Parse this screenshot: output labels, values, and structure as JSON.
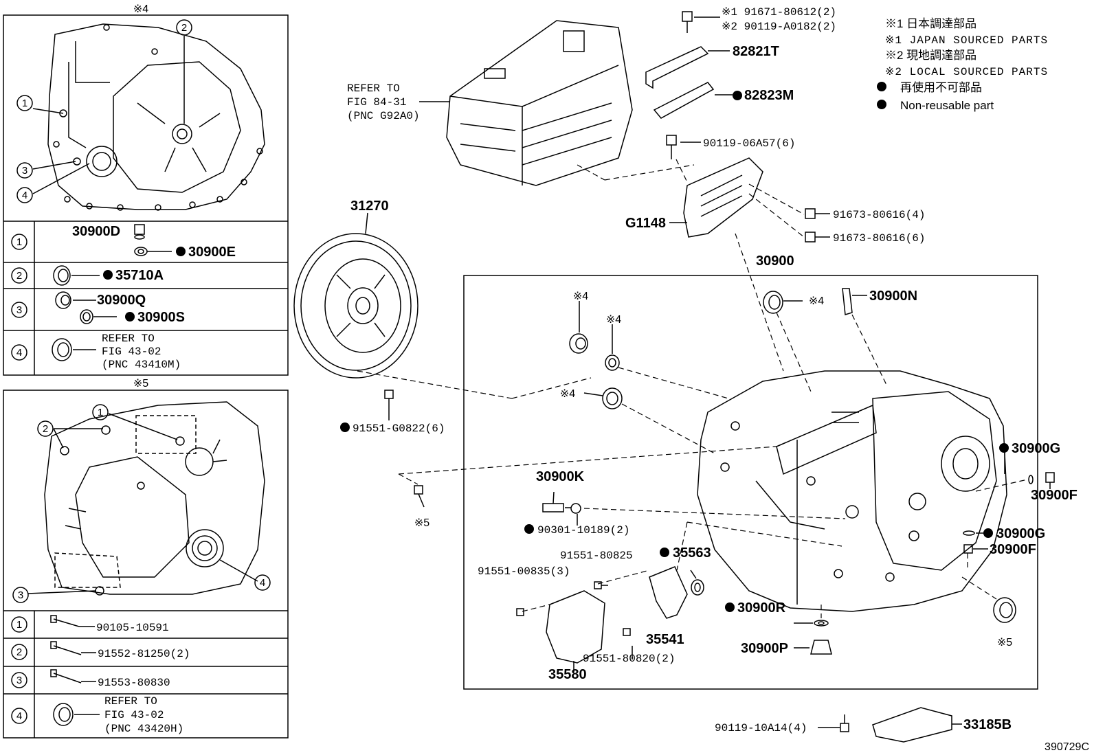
{
  "figure_code": "390729C",
  "legend": [
    "※1 日本調達部品",
    "※1 JAPAN SOURCED PARTS",
    "※2 現地調達部品",
    "※2 LOCAL SOURCED PARTS",
    "再使用不可部品",
    "Non-reusable part"
  ],
  "box4": {
    "title": "※4",
    "callouts": [
      "1",
      "2",
      "3",
      "4"
    ],
    "rows": [
      {
        "num": "1",
        "parts": [
          "30900D",
          "30900E"
        ]
      },
      {
        "num": "2",
        "parts": [
          "35710A"
        ]
      },
      {
        "num": "3",
        "parts": [
          "30900Q",
          "30900S"
        ]
      },
      {
        "num": "4",
        "ref": [
          "REFER TO",
          "FIG 43-02",
          "(PNC 43410M)"
        ]
      }
    ]
  },
  "box5": {
    "title": "※5",
    "callouts": [
      "1",
      "2",
      "3",
      "4"
    ],
    "rows": [
      {
        "num": "1",
        "parts": [
          "90105-10591"
        ]
      },
      {
        "num": "2",
        "parts": [
          "91552-81250(2)"
        ]
      },
      {
        "num": "3",
        "parts": [
          "91553-80830"
        ]
      },
      {
        "num": "4",
        "ref": [
          "REFER TO",
          "FIG 43-02",
          "(PNC 43420H)"
        ]
      }
    ]
  },
  "parts": {
    "p91671": "※1 91671-80612(2)",
    "p90119a": "※2 90119-A0182(2)",
    "p82821T": "82821T",
    "p82823M": "82823M",
    "ref8431": [
      "REFER TO",
      "FIG 84-31",
      "(PNC G92A0)"
    ],
    "p90119_06A57": "90119-06A57(6)",
    "p91673_4": "91673-80616(4)",
    "p91673_6": "91673-80616(6)",
    "pG1148": "G1148",
    "p31270": "31270",
    "p30900": "30900",
    "mark4a": "※4",
    "mark4b": "※4",
    "mark4c": "※4",
    "mark4d": "※4",
    "p30900N": "30900N",
    "p91551_G0822": "91551-G0822(6)",
    "mark5a": "※5",
    "mark5b": "※5",
    "p30900K": "30900K",
    "p90301": "90301-10189(2)",
    "p30900G1": "30900G",
    "p30900F1": "30900F",
    "p30900G2": "30900G",
    "p30900F2": "30900F",
    "p91551_80825": "91551-80825",
    "p35563": "35563",
    "p91551_00835": "91551-00835(3)",
    "p35541": "35541",
    "p91551_80820": "91551-80820(2)",
    "p35580": "35580",
    "p30900R": "30900R",
    "p30900P": "30900P",
    "p90119_10A14": "90119-10A14(4)",
    "p33185B": "33185B"
  }
}
